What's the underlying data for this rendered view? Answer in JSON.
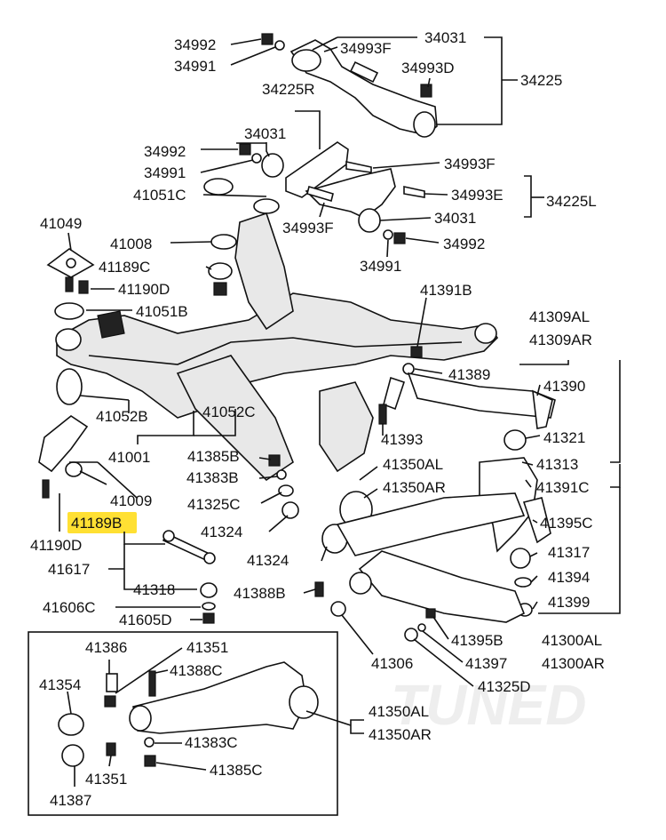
{
  "highlight_color": "#ffe033",
  "watermark_text": "TUNED",
  "labels": {
    "l34992a": "34992",
    "l34991a": "34991",
    "l34993Fa": "34993F",
    "l34031a": "34031",
    "l34993D": "34993D",
    "l34225": "34225",
    "l34225R": "34225R",
    "l34031b": "34031",
    "l34992b": "34992",
    "l34991b": "34991",
    "l34993Fb": "34993F",
    "l41051C": "41051C",
    "l34993E": "34993E",
    "l34225L": "34225L",
    "l34993Fc": "34993F",
    "l34031c": "34031",
    "l41049": "41049",
    "l41008": "41008",
    "l34992c": "34992",
    "l41189C": "41189C",
    "l34991c": "34991",
    "l41190Da": "41190D",
    "l41391B": "41391B",
    "l41051B": "41051B",
    "l41309AL": "41309AL",
    "l41309AR": "41309AR",
    "l41389": "41389",
    "l41390": "41390",
    "l41052B": "41052B",
    "l41052C": "41052C",
    "l41393": "41393",
    "l41321": "41321",
    "l41001": "41001",
    "l41385B": "41385B",
    "l41350ALa": "41350AL",
    "l41313": "41313",
    "l41383B": "41383B",
    "l41350ARa": "41350AR",
    "l41391C": "41391C",
    "l41009": "41009",
    "l41325C": "41325C",
    "l41189B": "41189B",
    "l41395C": "41395C",
    "l41324a": "41324",
    "l41190Db": "41190D",
    "l41317": "41317",
    "l41617": "41617",
    "l41324b": "41324",
    "l41394": "41394",
    "l41318": "41318",
    "l41388B": "41388B",
    "l41399": "41399",
    "l41606C": "41606C",
    "l41605D": "41605D",
    "l41395B": "41395B",
    "l41300AL": "41300AL",
    "l41386": "41386",
    "l41351a": "41351",
    "l41306": "41306",
    "l41397": "41397",
    "l41300AR": "41300AR",
    "l41388C": "41388C",
    "l41354": "41354",
    "l41325D": "41325D",
    "l41350ALb": "41350AL",
    "l41350ARb": "41350AR",
    "l41383C": "41383C",
    "l41351b": "41351",
    "l41385C": "41385C",
    "l41387": "41387"
  }
}
